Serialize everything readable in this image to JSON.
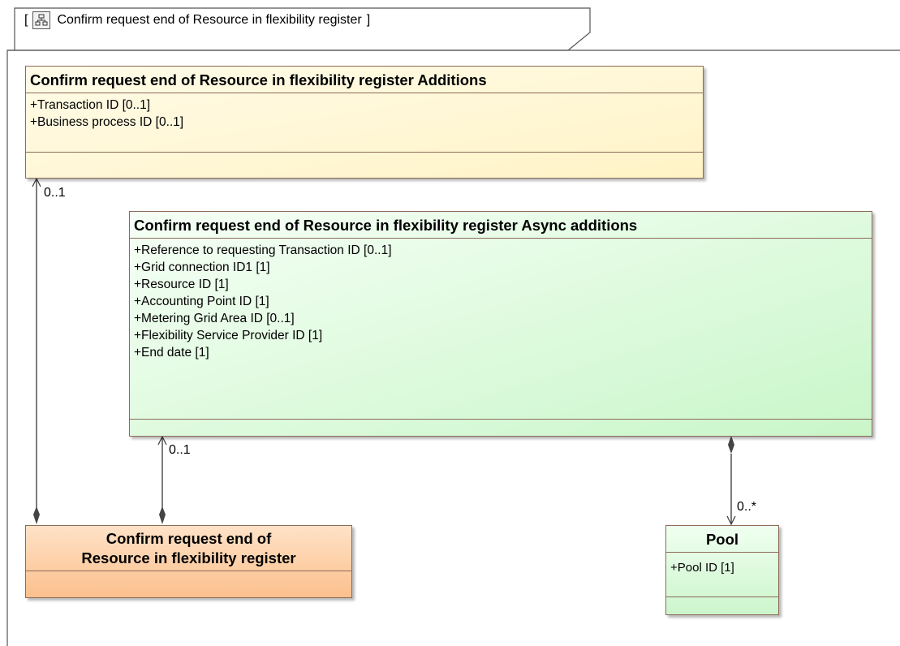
{
  "frame": {
    "title": "Confirm request end of Resource in flexibility register",
    "open_bracket": "[",
    "close_bracket": "]",
    "icon": "diagram-icon"
  },
  "classes": {
    "additions": {
      "name": "Confirm request end of Resource in flexibility register Additions",
      "attributes": [
        "+Transaction ID [0..1]",
        "+Business process ID [0..1]"
      ]
    },
    "async_additions": {
      "name": "Confirm request end of Resource in flexibility register Async additions",
      "attributes": [
        "+Reference to requesting Transaction ID [0..1]",
        "+Grid connection ID1 [1]",
        "+Resource ID [1]",
        "+Accounting Point ID [1]",
        "+Metering Grid Area ID [0..1]",
        "+Flexibility Service Provider ID [1]",
        "+End date [1]"
      ]
    },
    "main": {
      "name_line1": "Confirm request end of",
      "name_line2": "Resource in flexibility register"
    },
    "pool": {
      "name": "Pool",
      "attributes": [
        "+Pool ID [1]"
      ]
    }
  },
  "associations": {
    "main_to_additions": {
      "multiplicity": "0..1"
    },
    "main_to_async": {
      "multiplicity": "0..1"
    },
    "async_to_pool": {
      "multiplicity": "0..*"
    }
  },
  "colors": {
    "additions_fill": "#fff3c6",
    "async_fill": "#c9f6c9",
    "main_fill": "#fbc08c",
    "pool_fill": "#ccf5cc",
    "border": "#8c6b57"
  }
}
